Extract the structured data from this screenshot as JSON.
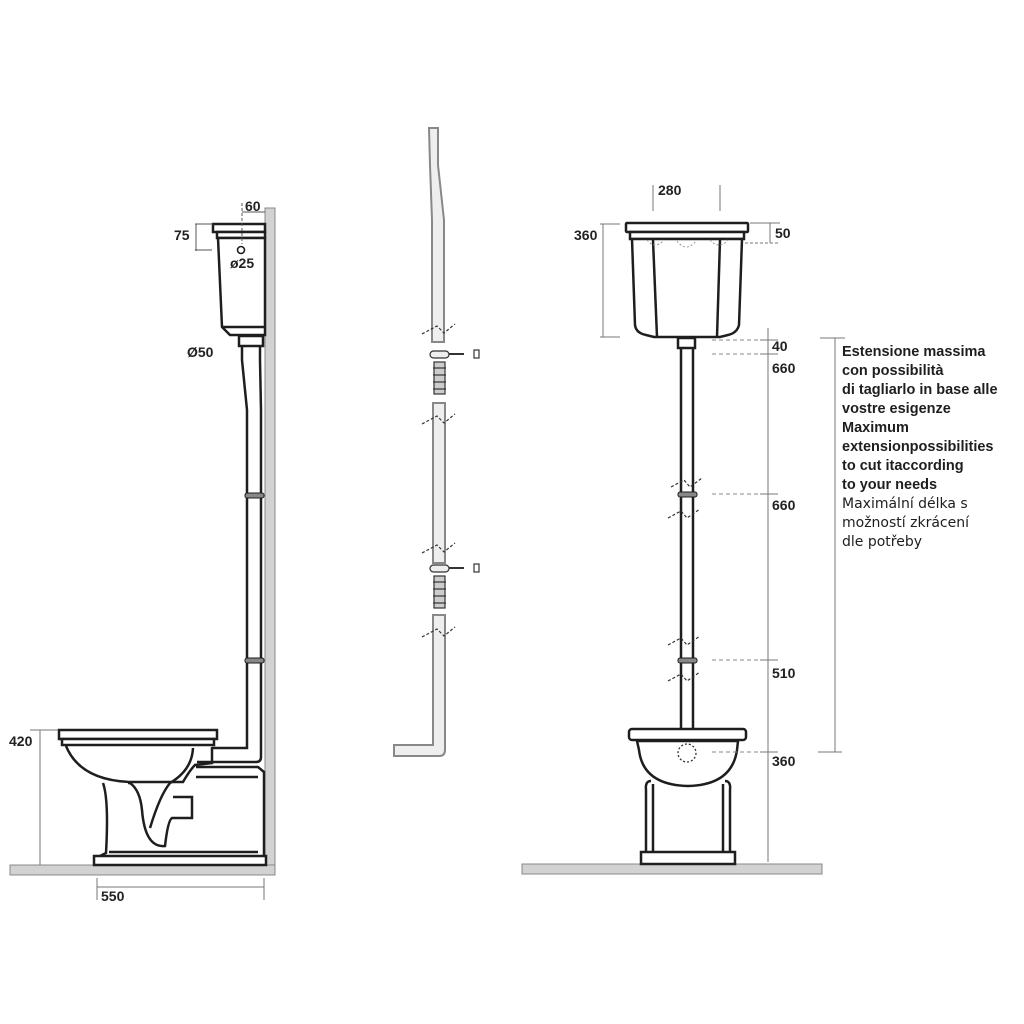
{
  "side_view": {
    "dims": {
      "cistern_offset": "60",
      "cistern_top_height": "75",
      "inlet_diameter": "ø25",
      "outlet_diameter": "Ø50",
      "seat_height": "420",
      "projection": "550"
    }
  },
  "pipe_kit": {
    "parts": [
      "upper-bent-pipe",
      "connector-1",
      "middle-pipe",
      "connector-2",
      "lower-bent-pipe"
    ]
  },
  "front_view": {
    "dims": {
      "cistern_width": "280",
      "cistern_height": "360",
      "cistern_lid": "50",
      "outlet_stub": "40",
      "pipe_segment_1": "660",
      "pipe_segment_2": "660",
      "pipe_segment_3": "510",
      "bowl_inlet_height": "360"
    }
  },
  "note": {
    "lines_it": [
      "Estensione massima",
      "con possibilità",
      "di tagliarlo in base alle",
      "vostre esigenze"
    ],
    "lines_en": [
      "Maximum",
      "extensionpossibilities",
      "to cut itaccording",
      "to your needs"
    ],
    "lines_cz": [
      "Maximální délka s",
      "možností zkrácení",
      "dle potřeby"
    ]
  },
  "colors": {
    "line": "#1e1e1e",
    "wall": "#d2d2d2",
    "dim_line": "#777777",
    "pipe_kit_fill": "#eeeeee"
  }
}
